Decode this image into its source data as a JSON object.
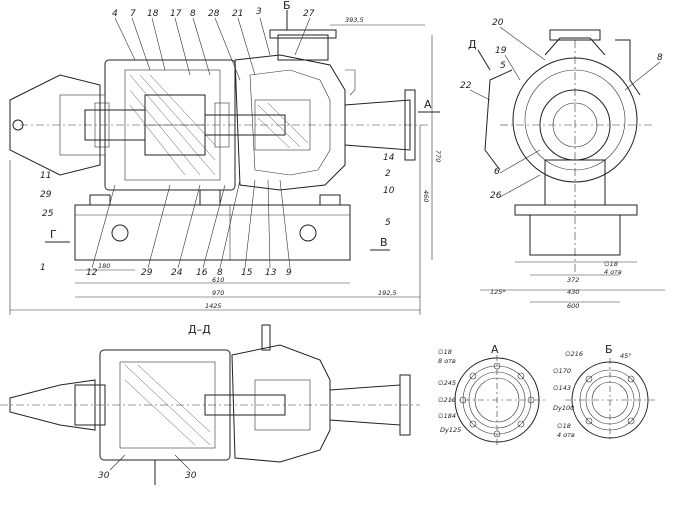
{
  "side_view": {
    "top_numbers": [
      "4",
      "7",
      "18",
      "17",
      "8",
      "28",
      "21",
      "3",
      "27"
    ],
    "left_numbers": [
      "29",
      "11",
      "25",
      "1"
    ],
    "bottom_numbers": [
      "12",
      "29",
      "24",
      "16",
      "8",
      "15",
      "13",
      "9"
    ],
    "right_numbers": [
      "14",
      "2",
      "10",
      "5"
    ],
    "marks": {
      "A": "А",
      "B": "В",
      "G": "Г",
      "Bb": "Б"
    },
    "dims": {
      "d3935": "393,5",
      "d770": "770",
      "d460": "460",
      "d180": "180",
      "d610": "610",
      "d970": "970",
      "d1925": "192,5",
      "d1425": "1425"
    }
  },
  "front_view": {
    "numbers": [
      "20",
      "19",
      "5",
      "8",
      "22",
      "6",
      "26"
    ],
    "section_mark": "Д",
    "dims": {
      "d18": "∅18",
      "holes": "4 отв",
      "d372": "372",
      "d430": "430",
      "d125": "125*",
      "d600": "600"
    }
  },
  "section_dd": {
    "title": "Д–Д",
    "numbers": [
      "30",
      "30"
    ]
  },
  "view_a": {
    "title": "А",
    "labels": [
      "∅18",
      "8 отв",
      "∅245",
      "∅210",
      "∅184",
      "Dy125"
    ]
  },
  "view_b": {
    "title": "Б",
    "labels": [
      "∅216",
      "45°",
      "∅170",
      "∅143",
      "Dy100",
      "∅18",
      "4 отв"
    ]
  }
}
